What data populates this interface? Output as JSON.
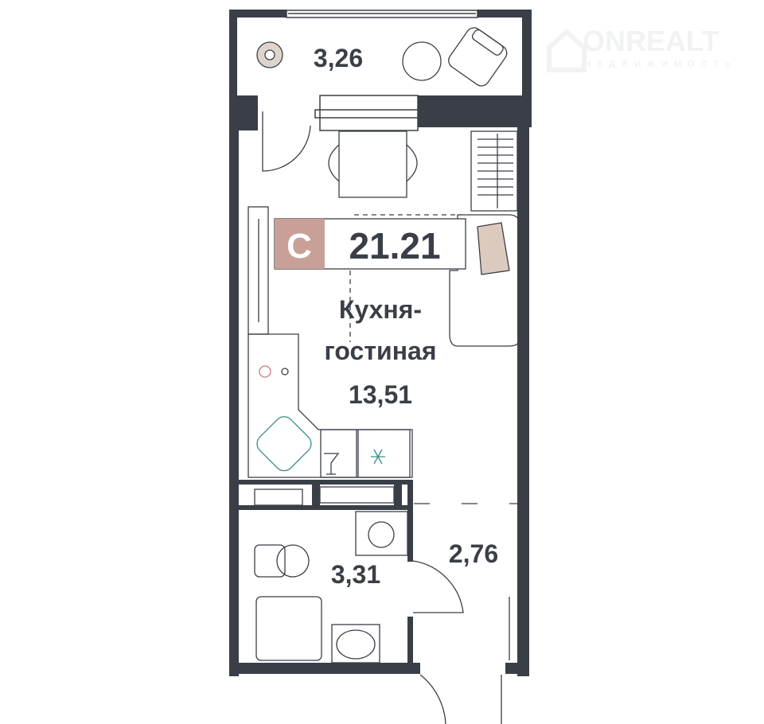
{
  "watermark": {
    "brand": "ONREALT",
    "tagline": "НЕДВИЖИМОСТЬ"
  },
  "apartment": {
    "type_letter": "С",
    "total_area": "21.21"
  },
  "rooms": [
    {
      "name": "",
      "area": "3,26"
    },
    {
      "name_line1": "Кухня-",
      "name_line2": "гостиная",
      "area": "13,51"
    },
    {
      "name": "",
      "area": "3,31"
    },
    {
      "name": "",
      "area": "2,76"
    }
  ],
  "colors": {
    "wall": "#3a3f47",
    "badge": "#c9a097",
    "accent": "#3a8f8a"
  }
}
